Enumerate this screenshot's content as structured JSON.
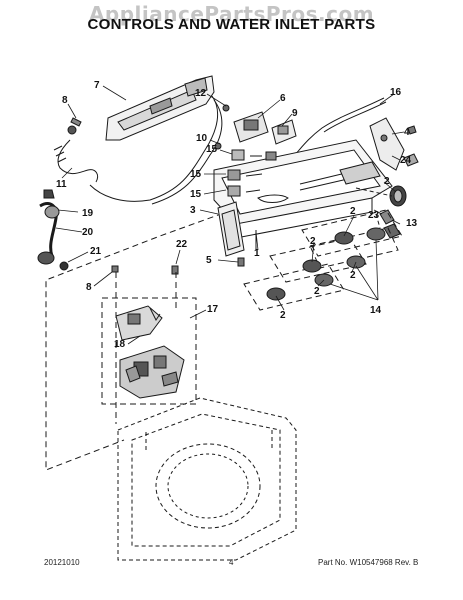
{
  "watermark": "AppliancePartsPros.com",
  "title": "CONTROLS AND WATER INLET PARTS",
  "callouts": [
    {
      "id": "c7",
      "text": "7"
    },
    {
      "id": "c8a",
      "text": "8"
    },
    {
      "id": "c6",
      "text": "6"
    },
    {
      "id": "c12",
      "text": "12"
    },
    {
      "id": "c9",
      "text": "9"
    },
    {
      "id": "c10",
      "text": "10"
    },
    {
      "id": "c16",
      "text": "16"
    },
    {
      "id": "c4",
      "text": "4"
    },
    {
      "id": "c11",
      "text": "11"
    },
    {
      "id": "c15a",
      "text": "15"
    },
    {
      "id": "c15b",
      "text": "15"
    },
    {
      "id": "c15c",
      "text": "15"
    },
    {
      "id": "c24",
      "text": "24"
    },
    {
      "id": "c19",
      "text": "19"
    },
    {
      "id": "c3",
      "text": "3"
    },
    {
      "id": "c20",
      "text": "20"
    },
    {
      "id": "c2a",
      "text": "2"
    },
    {
      "id": "c23",
      "text": "23"
    },
    {
      "id": "c13",
      "text": "13"
    },
    {
      "id": "c22",
      "text": "22"
    },
    {
      "id": "c21",
      "text": "21"
    },
    {
      "id": "c2b",
      "text": "2"
    },
    {
      "id": "c5",
      "text": "5"
    },
    {
      "id": "c1",
      "text": "1"
    },
    {
      "id": "c2c",
      "text": "2"
    },
    {
      "id": "c8b",
      "text": "8"
    },
    {
      "id": "c2d",
      "text": "2"
    },
    {
      "id": "c2e",
      "text": "2"
    },
    {
      "id": "c17",
      "text": "17"
    },
    {
      "id": "c2f",
      "text": "2"
    },
    {
      "id": "c14",
      "text": "14"
    },
    {
      "id": "c18",
      "text": "18"
    }
  ],
  "footer": {
    "left": "20121010",
    "center": "4",
    "right": "Part No. W10547968  Rev. B"
  }
}
